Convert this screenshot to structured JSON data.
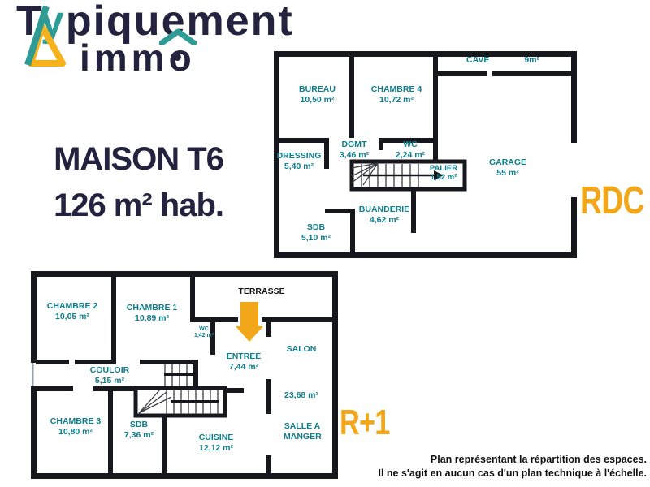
{
  "logo": {
    "part_t": "T",
    "part_y": "y",
    "part_rest": "piquement",
    "line2": "immo"
  },
  "title": {
    "line1": "MAISON T6",
    "line2": "126 m² hab."
  },
  "colors": {
    "accent_orange": "#F2A71B",
    "room_label_teal": "#0F7E8C",
    "brand_navy": "#23233F",
    "logo_teal": "#2E9C94",
    "logo_yellow": "#F6B21B",
    "wall_black": "#17171E"
  },
  "floors": {
    "rdc": {
      "label": "RDC",
      "rooms": [
        {
          "name": "BUREAU",
          "area": "10,50 m²"
        },
        {
          "name": "CHAMBRE 4",
          "area": "10,72 m²"
        },
        {
          "name": "CAVE",
          "area": "9m²"
        },
        {
          "name": "DRESSING",
          "area": "5,40 m²"
        },
        {
          "name": "DGMT",
          "area": "3,46 m²"
        },
        {
          "name": "WC",
          "area": "2,24 m²"
        },
        {
          "name": "PALIER",
          "area": "1,52 m²"
        },
        {
          "name": "GARAGE",
          "area": "55 m²"
        },
        {
          "name": "BUANDERIE",
          "area": "4,62 m²"
        },
        {
          "name": "SDB",
          "area": "5,10 m²"
        }
      ]
    },
    "r1": {
      "label": "R+1",
      "rooms": [
        {
          "name": "CHAMBRE 2",
          "area": "10,05 m²"
        },
        {
          "name": "CHAMBRE 1",
          "area": "10,89 m²"
        },
        {
          "name": "TERRASSE",
          "area": ""
        },
        {
          "name": "WC",
          "area": "1,42 m²"
        },
        {
          "name": "ENTREE",
          "area": "7,44 m²"
        },
        {
          "name": "SALON",
          "area": "23,68 m²"
        },
        {
          "name": "COULOIR",
          "area": "5,15 m²"
        },
        {
          "name": "CHAMBRE 3",
          "area": "10,80 m²"
        },
        {
          "name": "SDB",
          "area": "7,36 m²"
        },
        {
          "name": "CUISINE",
          "area": "12,12 m²"
        },
        {
          "name": "SALLE A MANGER",
          "area": ""
        }
      ]
    }
  },
  "disclaimer": {
    "line1": "Plan représentant la répartition des espaces.",
    "line2": "Il ne s'agit en aucun cas d'un plan technique à l'échelle."
  }
}
